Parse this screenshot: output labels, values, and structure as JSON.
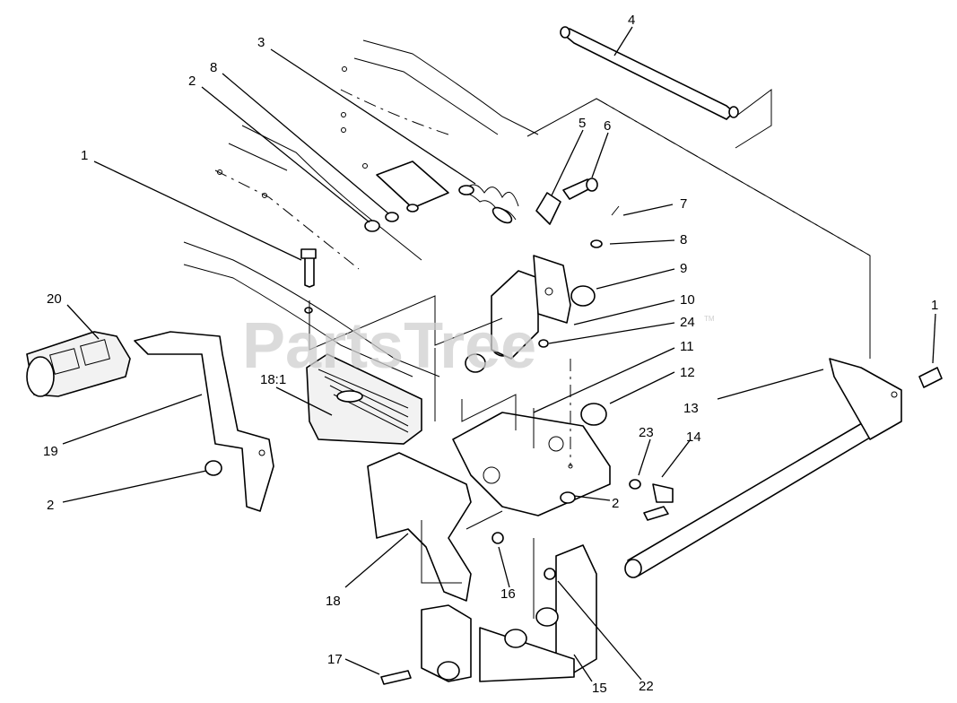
{
  "watermark": {
    "text": "PartsTree",
    "tm": "TM"
  },
  "callouts": [
    {
      "id": "c-1a",
      "label": "1"
    },
    {
      "id": "c-2a",
      "label": "2"
    },
    {
      "id": "c-8a",
      "label": "8"
    },
    {
      "id": "c-3",
      "label": "3"
    },
    {
      "id": "c-4",
      "label": "4"
    },
    {
      "id": "c-5",
      "label": "5"
    },
    {
      "id": "c-6",
      "label": "6"
    },
    {
      "id": "c-7",
      "label": "7"
    },
    {
      "id": "c-8b",
      "label": "8"
    },
    {
      "id": "c-9",
      "label": "9"
    },
    {
      "id": "c-10",
      "label": "10"
    },
    {
      "id": "c-24",
      "label": "24"
    },
    {
      "id": "c-11",
      "label": "11"
    },
    {
      "id": "c-12",
      "label": "12"
    },
    {
      "id": "c-1b",
      "label": "1"
    },
    {
      "id": "c-13",
      "label": "13"
    },
    {
      "id": "c-23",
      "label": "23"
    },
    {
      "id": "c-14",
      "label": "14"
    },
    {
      "id": "c-2b",
      "label": "2"
    },
    {
      "id": "c-20",
      "label": "20"
    },
    {
      "id": "c-18-1",
      "label": "18:1"
    },
    {
      "id": "c-19",
      "label": "19"
    },
    {
      "id": "c-2c",
      "label": "2"
    },
    {
      "id": "c-18",
      "label": "18"
    },
    {
      "id": "c-16",
      "label": "16"
    },
    {
      "id": "c-17",
      "label": "17"
    },
    {
      "id": "c-15",
      "label": "15"
    },
    {
      "id": "c-22",
      "label": "22"
    }
  ]
}
